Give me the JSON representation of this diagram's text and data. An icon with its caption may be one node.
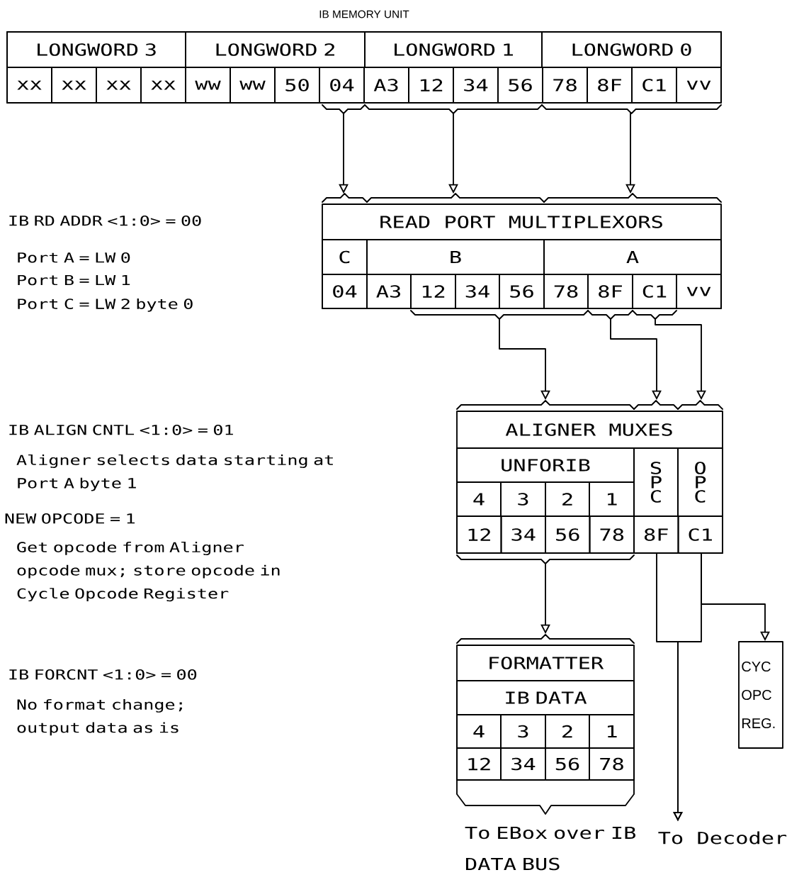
{
  "diagram": {
    "nodes": [
      {
        "text": [
          "IB MEMORY UNIT"
        ]
      },
      {
        "text": [
          "LONGWORD 3"
        ],
        "in": 0
      },
      {
        "text": [
          "LONGWORD 2"
        ],
        "in": 0
      },
      {
        "text": [
          "LONGWORD 1"
        ],
        "in": 0
      },
      {
        "text": [
          "LONGWORD 0"
        ],
        "in": 0
      },
      {
        "text": [
          "xx"
        ],
        "in": 0
      },
      {
        "text": [
          "xx"
        ],
        "in": 0
      },
      {
        "text": [
          "xx"
        ],
        "in": 0
      },
      {
        "text": [
          "xx"
        ],
        "in": 0
      },
      {
        "text": [
          "ww"
        ],
        "in": 0
      },
      {
        "text": [
          "ww"
        ],
        "in": 0
      },
      {
        "text": [
          "50"
        ],
        "in": 0
      },
      {
        "text": [
          "04"
        ],
        "in": 0
      },
      {
        "text": [
          "A3"
        ],
        "in": 0
      },
      {
        "text": [
          "12"
        ],
        "in": 0
      },
      {
        "text": [
          "34"
        ],
        "in": 0
      },
      {
        "text": [
          "56"
        ],
        "in": 0
      },
      {
        "text": [
          "78"
        ],
        "in": 0
      },
      {
        "text": [
          "8F"
        ],
        "in": 0
      },
      {
        "text": [
          "C1"
        ],
        "in": 0
      },
      {
        "text": [
          "vv"
        ],
        "in": 0
      },
      {
        "text": [
          "READ PORT MULTIPLEXORS"
        ]
      },
      {
        "text": [
          "C"
        ],
        "in": 21
      },
      {
        "text": [
          "B"
        ],
        "in": 21
      },
      {
        "text": [
          "A"
        ],
        "in": 21
      },
      {
        "text": [
          "04"
        ],
        "in": 21
      },
      {
        "text": [
          "A3"
        ],
        "in": 21
      },
      {
        "text": [
          "12"
        ],
        "in": 21
      },
      {
        "text": [
          "34"
        ],
        "in": 21
      },
      {
        "text": [
          "56"
        ],
        "in": 21
      },
      {
        "text": [
          "78"
        ],
        "in": 21
      },
      {
        "text": [
          "8F"
        ],
        "in": 21
      },
      {
        "text": [
          "C1"
        ],
        "in": 21
      },
      {
        "text": [
          "vv"
        ],
        "in": 21
      },
      {
        "text": [
          "ALIGNER MUXES"
        ]
      },
      {
        "text": [
          "UNFORIB"
        ],
        "in": 34
      },
      {
        "text": [
          "S P C"
        ],
        "in": 34
      },
      {
        "text": [
          "O P C"
        ],
        "in": 34
      },
      {
        "text": [
          "4"
        ],
        "in": 34
      },
      {
        "text": [
          "3"
        ],
        "in": 34
      },
      {
        "text": [
          "2"
        ],
        "in": 34
      },
      {
        "text": [
          "1"
        ],
        "in": 34
      },
      {
        "text": [
          "12"
        ],
        "in": 34
      },
      {
        "text": [
          "34"
        ],
        "in": 34
      },
      {
        "text": [
          "56"
        ],
        "in": 34
      },
      {
        "text": [
          "78"
        ],
        "in": 34
      },
      {
        "text": [
          "8F"
        ],
        "in": 34
      },
      {
        "text": [
          "C1"
        ],
        "in": 34
      },
      {
        "text": [
          "FORMATTER"
        ]
      },
      {
        "text": [
          "IB DATA"
        ],
        "in": 48
      },
      {
        "text": [
          "4"
        ],
        "in": 48
      },
      {
        "text": [
          "3"
        ],
        "in": 48
      },
      {
        "text": [
          "2"
        ],
        "in": 48
      },
      {
        "text": [
          "1"
        ],
        "in": 48
      },
      {
        "text": [
          "12"
        ],
        "in": 48
      },
      {
        "text": [
          "34"
        ],
        "in": 48
      },
      {
        "text": [
          "56"
        ],
        "in": 48
      },
      {
        "text": [
          "78"
        ],
        "in": 48
      },
      {
        "text": [
          "CYC OPC REG."
        ]
      },
      {
        "text": [
          "To Decoder"
        ]
      }
    ],
    "edges": [
      {
        "from": 0,
        "to": 21,
        "arrow": "to"
      },
      {
        "from": 0,
        "to": 21,
        "arrow": "to"
      },
      {
        "from": 0,
        "to": 21,
        "arrow": "to"
      },
      {
        "from": 21,
        "to": 34,
        "arrow": "to"
      },
      {
        "from": 21,
        "to": 34,
        "arrow": "to"
      },
      {
        "from": 21,
        "to": 34,
        "arrow": "to"
      },
      {
        "from": 34,
        "to": 48,
        "arrow": "to"
      },
      {
        "from": 46,
        "to": 59,
        "arrow": "to"
      },
      {
        "from": 47,
        "to": 59,
        "arrow": "to"
      },
      {
        "from": 47,
        "to": 58,
        "arrow": "to"
      }
    ],
    "labels": [
      "IB RD ADDR <1:0> = 00",
      "Port A = LW 0",
      "Port B = LW 1",
      "Port C = LW 2 byte 0",
      "IB ALIGN CNTL <1:0> = 01",
      "Aligner selects data starting at Port A byte 1",
      "NEW OPCODE = 1",
      "Get opcode from Aligner opcode mux; store opcode in Cycle Opcode Register",
      "IB FORCNT <1:0> = 00",
      "No format change; output data as is",
      "To EBox over IB DATA BUS"
    ]
  }
}
